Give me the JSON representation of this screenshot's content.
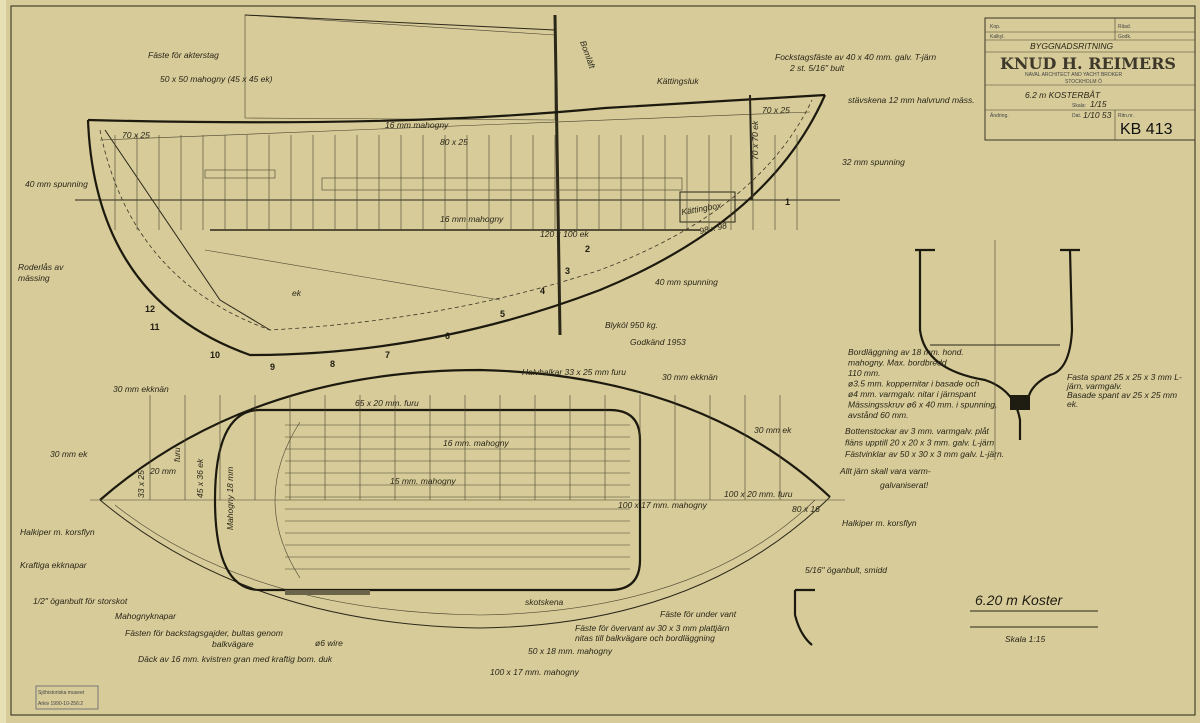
{
  "title_block": {
    "kop_label": "Kop.",
    "kalkyl_label": "Kalkyl.",
    "ritad_label": "Ritad.",
    "godk_label": "Godk.",
    "drawing_type": "BYGGNADSRITNING",
    "firm_name": "KNUD H. REIMERS",
    "firm_subtitle": "NAVAL ARCHITECT AND YACHT BROKER",
    "firm_city": "STOCKHOLM Ö",
    "vessel": "6.2 m   KOSTERBÅT",
    "scale_label": "Skala:",
    "scale_value": "1/15",
    "andring_label": "Ändring.",
    "date_label": "Dat.",
    "date_value": "1/10 53",
    "drawing_no_label": "Ritn.nr.",
    "drawing_no": "KB 413"
  },
  "profile_labels": {
    "akterstag": "Fäste för akterstag",
    "mahogny_50": "50 x 50 mahogny (45 x 45 ek)",
    "spunning_40_top": "40 mm spunning",
    "roderlas_1": "Roderlås av",
    "roderlas_2": "mässing",
    "bomlaft": "Bomläft",
    "kattingsluk": "Kättingsluk",
    "fockstag_1": "Fockstagsfäste av 40 x 40 mm. galv. T-järn",
    "fockstag_2": "2 st. 5/16\" bult",
    "stavskena": "stävskena 12 mm halvrund mäss.",
    "spunning_32": "32 mm spunning",
    "spunning_40_low": "40 mm spunning",
    "kattingbox": "Kättingbox",
    "mahogny_16_a": "16 mm mahogny",
    "mahogny_16_b": "16 mm mahogny",
    "size_80x25": "80 x 25",
    "size_70x25_a": "70 x 25",
    "size_70x25_b": "70 x 25",
    "size_70x70": "70 x 70 ek",
    "size_98x98": "98 x 98",
    "size_120x100": "120 x 100 ek",
    "ek": "ek",
    "blykol": "Blyköl 950 kg.",
    "signature": "Godkänd 1953",
    "stations": [
      "1",
      "2",
      "3",
      "4",
      "5",
      "6",
      "7",
      "8",
      "9",
      "10",
      "11",
      "12"
    ]
  },
  "section_labels": {
    "bordlaggning": [
      "Bordläggning av 18 mm. hond.",
      "mahogny. Max. bordbredd",
      "110 mm.",
      "ø3.5 mm. koppernitar i basade och",
      "ø4 mm. varmgalv. nitar i järnspant",
      "Mässingsskruv ø6 x 40 mm. i spunning,",
      "avstånd 60 mm."
    ],
    "bottenstockar": [
      "Bottenstockar av 3 mm. varmgalv. plåt",
      "fläns upptill 20 x 20 x 3 mm. galv. L-järn",
      "Fästvinklar av 50 x 30 x 3 mm galv. L-järn."
    ],
    "spant": [
      "Fasta spant 25 x 25 x 3 mm L-",
      "järn, varmgalv.",
      "Basade spant av 25 x 25 mm",
      "ek."
    ],
    "warning": [
      "Allt järn skall vara varm-",
      "galvaniserat!"
    ]
  },
  "plan_labels": {
    "halvbalkar": "Halvbalkar 33 x 25 mm furu",
    "ekknan_left": "30 mm ekknän",
    "ekknan_right": "30 mm ekknän",
    "ek_left": "30 mm ek",
    "ek_right": "30 mm ek",
    "furu_65": "65 x 20 mm. furu",
    "mahogny_16": "16 mm. mahogny",
    "mahogny_15": "15 mm. mahogny",
    "mahogny_18": "Mahogny 18 mm",
    "mahogny_100_inner": "100 x 17 mm. mahogny",
    "furu_100": "100 x 20 mm. furu",
    "size_80x16": "80 x 16",
    "size_20mm": "20 mm",
    "size_45x36": "45 x 36 ek",
    "size_33x25": "33 x 25",
    "furu": "furu",
    "halkiper_left": "Halkiper m. korsflyn",
    "halkiper_right": "Halkiper m. korsflyn",
    "ekknapar": "Kraftiga ekknapar",
    "oganbult": "1/2\" öganbult för storskot",
    "mahognyknapar": "Mahognyknapar",
    "fasten_1": "Fästen för backstagsgajder, bultas genom",
    "fasten_2": "balkvägare",
    "wire": "ø6 wire",
    "dack": "Däck av 16 mm. kvistren gran med kraftig bom. duk",
    "skotskena": "skotskena",
    "undervant": "Fäste för under vant",
    "overvant_1": "Fäste för övervant av 30 x 3 mm plattjärn",
    "overvant_2": "nitas till balkvägare och bordläggning",
    "mahogny_50x18": "50 x 18 mm. mahogny",
    "mahogny_100x17": "100 x 17 mm. mahogny",
    "oganbult_smidd": "5/16\" öganbult, smidd"
  },
  "main_title": "6.20 m Koster",
  "scale_text": "Skala 1:15",
  "archive_stamp": [
    "Sjöhistoriska museet",
    "Arkiv 1990-10-256:2"
  ],
  "colors": {
    "paper": "#d6cb99",
    "ink": "#1f1c12"
  }
}
